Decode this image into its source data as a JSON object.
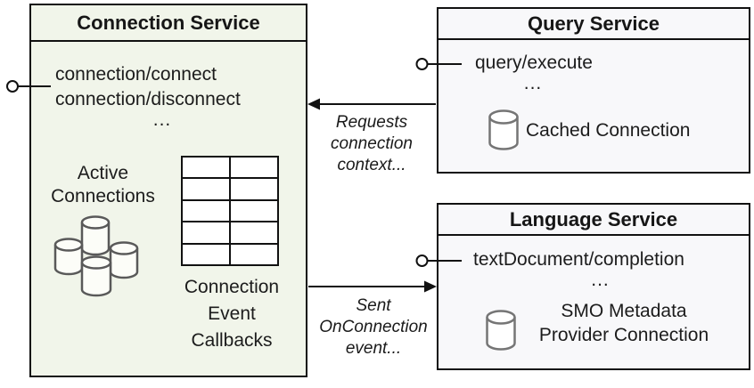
{
  "colors": {
    "connection_fill": "#f1f5ea",
    "service_fill": "#f8f8fa",
    "line": "#111111",
    "cyl_stroke": "#595959",
    "cyl_sm_stroke": "#757575",
    "cell_fill": "#ffffff"
  },
  "connection_service": {
    "title": "Connection Service",
    "methods": [
      "connection/connect",
      "connection/disconnect"
    ],
    "ellipsis": "...",
    "active_connections": {
      "lines": [
        "Active",
        "Connections"
      ]
    },
    "callbacks": {
      "lines": [
        "Connection",
        "Event",
        "Callbacks"
      ]
    },
    "callbacks_table": {
      "rows": 5,
      "cols": 2
    }
  },
  "query_service": {
    "title": "Query Service",
    "methods": [
      "query/execute"
    ],
    "ellipsis": "...",
    "cached_connection_label": "Cached Connection"
  },
  "language_service": {
    "title": "Language Service",
    "methods": [
      "textDocument/completion"
    ],
    "ellipsis": "...",
    "smo": {
      "lines": [
        "SMO Metadata",
        "Provider Connection"
      ]
    }
  },
  "arrows": {
    "requests": {
      "lines": [
        "Requests",
        "connection",
        "context..."
      ]
    },
    "sent": {
      "lines": [
        "Sent",
        "OnConnection",
        "event..."
      ]
    }
  }
}
